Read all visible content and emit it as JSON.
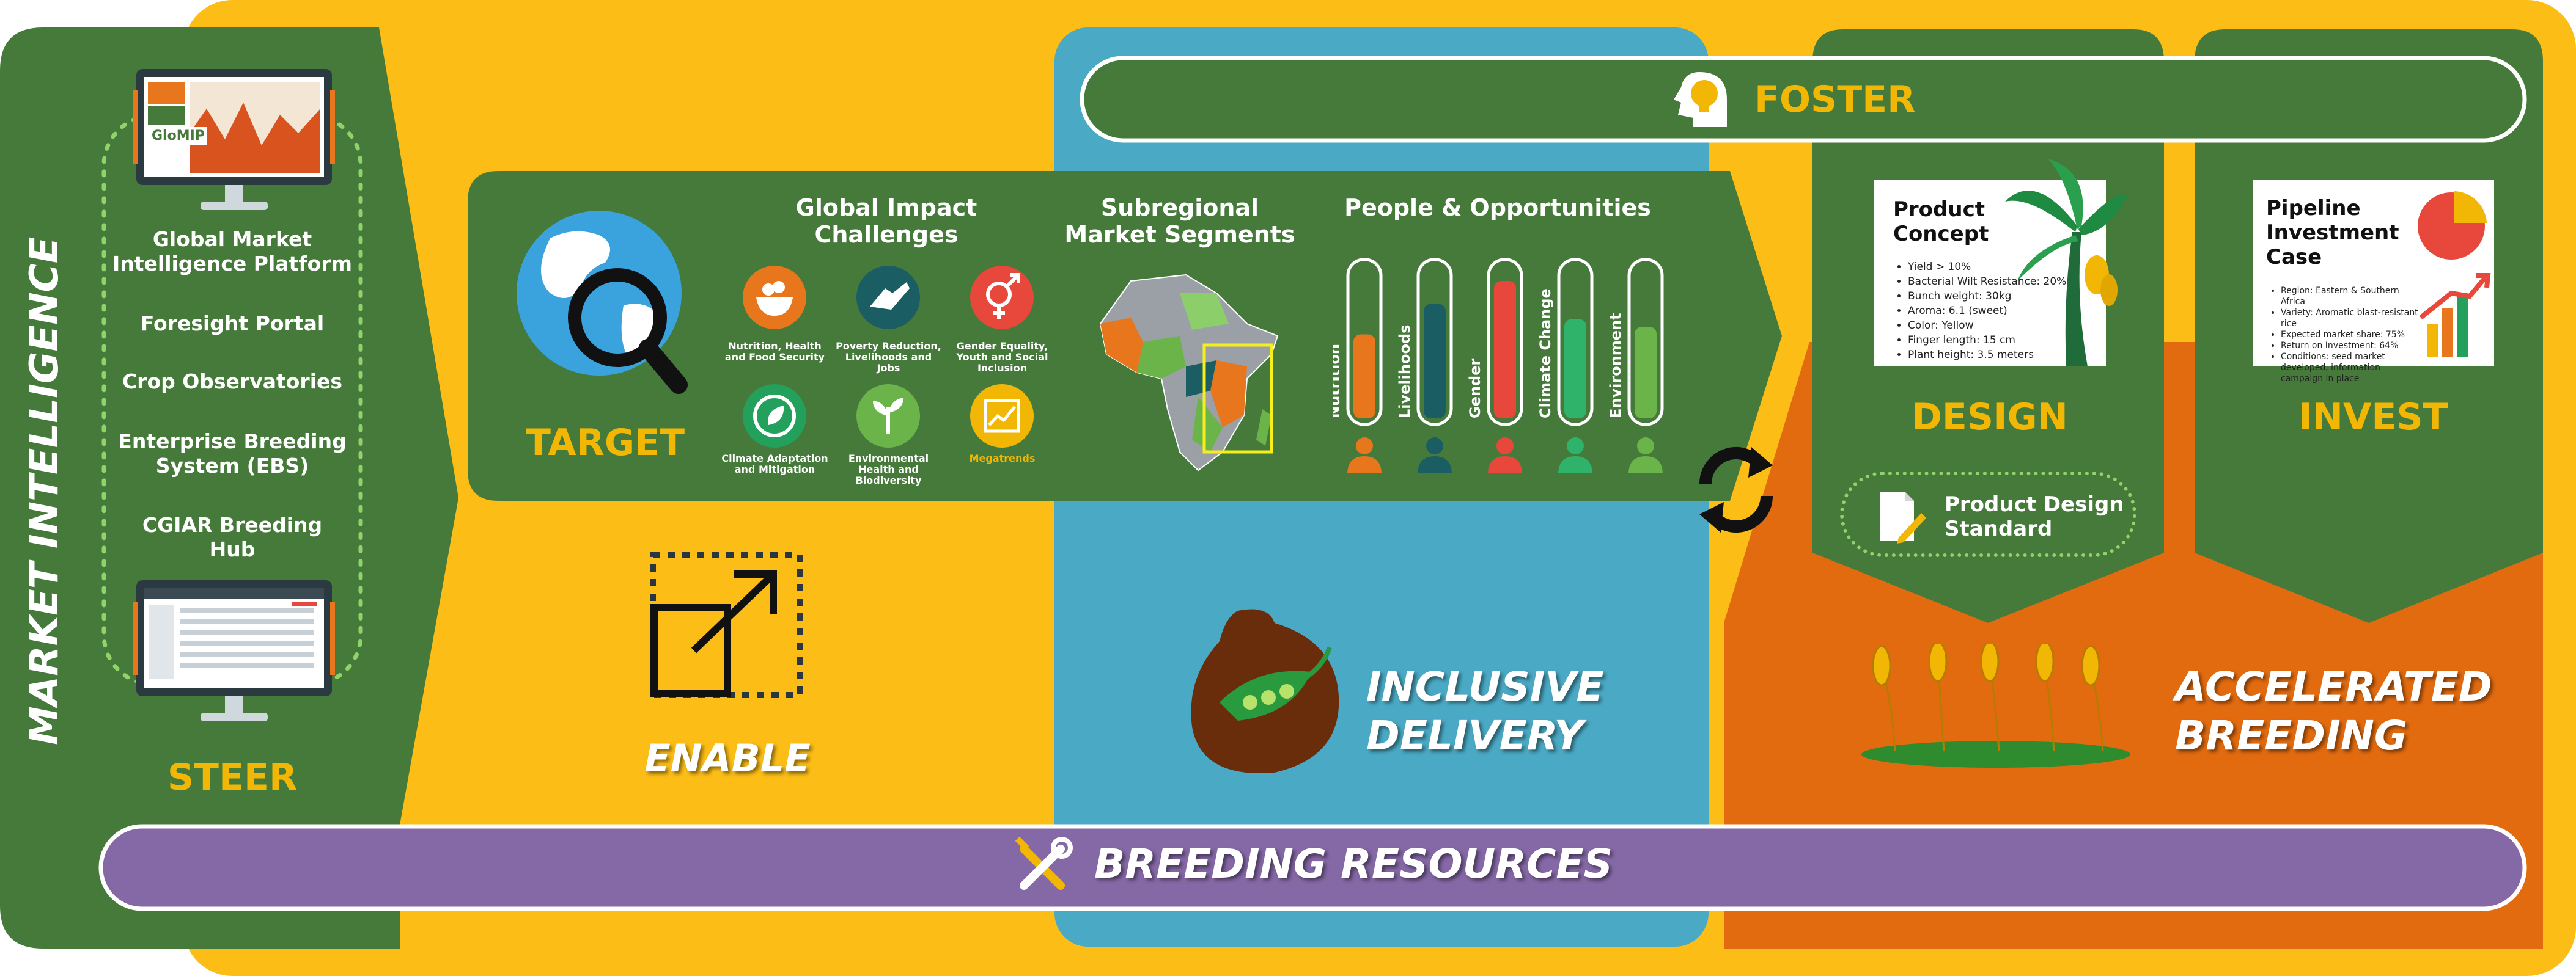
{
  "steer": {
    "vertical_title": "MARKET INTELLIGENCE",
    "items": [
      "Global Market Intelligence Platform",
      "Foresight Portal",
      "Crop Observatories",
      "Enterprise Breeding System (EBS)",
      "CGIAR Breeding Hub"
    ],
    "monitor_logo": "GloMIP",
    "label": "STEER"
  },
  "target": {
    "label": "TARGET",
    "challenges_title": "Global Impact Challenges",
    "challenges": [
      {
        "label": "Nutrition, Health and Food Security",
        "color": "#e8761d",
        "icon": "food-bowl-icon"
      },
      {
        "label": "Poverty Reduction, Livelihoods and Jobs",
        "color": "#1a5e63",
        "icon": "handshake-icon"
      },
      {
        "label": "Gender Equality, Youth and Social Inclusion",
        "color": "#e8473b",
        "icon": "gender-icon"
      },
      {
        "label": "Climate Adaptation and Mitigation",
        "color": "#23a05b",
        "icon": "globe-leaf-icon"
      },
      {
        "label": "Environmental Health and Biodiversity",
        "color": "#6bb44a",
        "icon": "plant-icon"
      },
      {
        "label": "Megatrends",
        "color": "#f2b705",
        "icon": "trend-chart-icon"
      }
    ],
    "segments_title": "Subregional Market Segments",
    "people_title": "People & Opportunities",
    "bars": [
      {
        "label": "Nutrition",
        "color": "#e8761d",
        "level": 0.55
      },
      {
        "label": "Livelihoods",
        "color": "#1a5e63",
        "level": 0.75
      },
      {
        "label": "Gender",
        "color": "#e8473b",
        "level": 0.9
      },
      {
        "label": "Climate Change",
        "color": "#2fb36b",
        "level": 0.65
      },
      {
        "label": "Environment",
        "color": "#6bb44a",
        "level": 0.6
      }
    ]
  },
  "enable": {
    "label": "ENABLE"
  },
  "foster": {
    "label": "FOSTER"
  },
  "delivery": {
    "label_line1": "INCLUSIVE",
    "label_line2": "DELIVERY"
  },
  "design": {
    "card_title": "Product Concept",
    "bullets": [
      "Yield > 10%",
      "Bacterial Wilt Resistance: 20%",
      "Bunch weight: 30kg",
      "Aroma: 6.1 (sweet)",
      "Color: Yellow",
      "Finger length: 15 cm",
      "Plant height: 3.5 meters"
    ],
    "label": "DESIGN",
    "standard": "Product Design Standard"
  },
  "invest": {
    "card_title": "Pipeline Investment Case",
    "bullets": [
      "Region: Eastern & Southern Africa",
      "Variety: Aromatic blast-resistant rice",
      "Expected market share: 75%",
      "Return on Investment: 64%",
      "Conditions: seed market developed, information campaign in place"
    ],
    "label": "INVEST"
  },
  "breeding": {
    "label_line1": "ACCELERATED",
    "label_line2": "BREEDING"
  },
  "resources": {
    "label": "BREEDING RESOURCES"
  },
  "colors": {
    "dark_green": "#467a3b",
    "yellow": "#fbbd16",
    "blue": "#4aa9c4",
    "orange": "#e26b10",
    "purple": "#8568a6",
    "accent_yellow": "#f2b705"
  }
}
